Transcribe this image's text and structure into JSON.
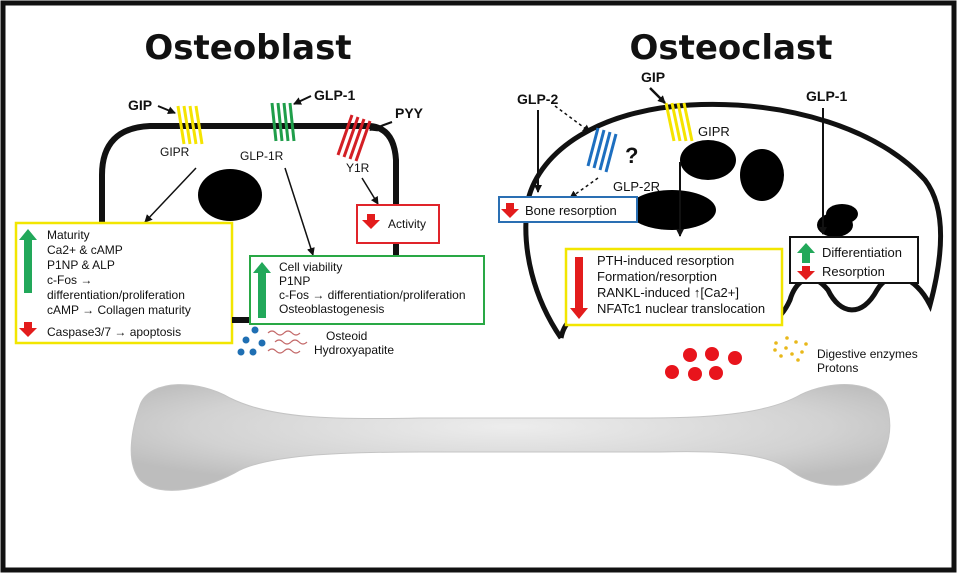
{
  "osteoblast": {
    "title": "Osteoblast",
    "ligands": {
      "gip": "GIP",
      "glp1": "GLP-1",
      "pyy": "PYY"
    },
    "receptors": {
      "gipr": "GIPR",
      "glp1r": "GLP-1R",
      "y1r": "Y1R"
    },
    "gipr_box": {
      "up_items": [
        "Maturity",
        "Ca2+ & cAMP",
        "P1NP & ALP",
        "c-Fos →",
        "differentiation/proliferation",
        "cAMP → Collagen maturity"
      ],
      "down_items": [
        "Caspase3/7 → apoptosis"
      ]
    },
    "glp1r_box": {
      "up_items": [
        "Cell viability",
        "P1NP",
        "c-Fos → differentiation/proliferation",
        "Osteoblastogenesis"
      ]
    },
    "y1r_box": {
      "down_items": [
        "Activity"
      ]
    },
    "matrix_labels": [
      "Osteoid",
      "Hydroxyapatite"
    ]
  },
  "osteoclast": {
    "title": "Osteoclast",
    "ligands": {
      "glp2": "GLP-2",
      "gip": "GIP",
      "glp1": "GLP-1"
    },
    "receptors": {
      "gipr": "GIPR",
      "glp2r": "GLP-2R"
    },
    "unknown_mark": "?",
    "glp2_box": {
      "down_items": [
        "Bone resorption"
      ]
    },
    "gip_box": {
      "down_items": [
        "PTH-induced resorption",
        "Formation/resorption",
        "RANKL-induced ↑[Ca2+]",
        "NFATc1 nuclear translocation"
      ]
    },
    "glp1_box": {
      "up_items": [
        "Differentiation"
      ],
      "down_items": [
        "Resorption"
      ]
    },
    "secretion_labels": [
      "Digestive enzymes",
      "Protons"
    ]
  },
  "colors": {
    "up_arrow": "#22a85a",
    "down_arrow": "#e31c1c",
    "gip_box_border": "#f2e600",
    "glp1_box_border": "#29a845",
    "y1r_box_border": "#e0242a",
    "glp2_box_border": "#2a6fb3",
    "gipr_receptor": "#f5e400",
    "glp1r_receptor": "#1f9e4a",
    "y1r_receptor": "#d41f25",
    "glp2r_receptor": "#1e6fc0"
  }
}
